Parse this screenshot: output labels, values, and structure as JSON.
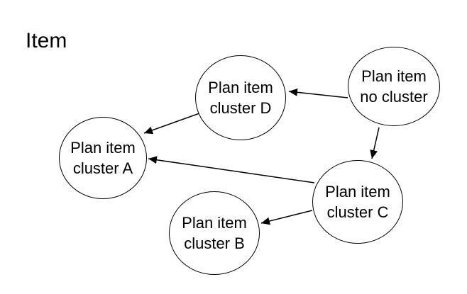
{
  "title": "Item",
  "colors": {
    "background": "#ffffff",
    "node_fill": "#ffffff",
    "node_stroke": "#000000",
    "text": "#000000",
    "arrow": "#000000"
  },
  "diagram": {
    "nodes": [
      {
        "id": "cluster-d",
        "line1": "Plan item",
        "line2": "cluster D"
      },
      {
        "id": "no-cluster",
        "line1": "Plan item",
        "line2": "no cluster"
      },
      {
        "id": "cluster-a",
        "line1": "Plan item",
        "line2": "cluster A"
      },
      {
        "id": "cluster-c",
        "line1": "Plan item",
        "line2": "cluster C"
      },
      {
        "id": "cluster-b",
        "line1": "Plan item",
        "line2": "cluster B"
      }
    ],
    "edges": [
      {
        "from": "no-cluster",
        "to": "cluster-d"
      },
      {
        "from": "no-cluster",
        "to": "cluster-c"
      },
      {
        "from": "cluster-d",
        "to": "cluster-a"
      },
      {
        "from": "cluster-c",
        "to": "cluster-a"
      },
      {
        "from": "cluster-c",
        "to": "cluster-b"
      }
    ]
  }
}
